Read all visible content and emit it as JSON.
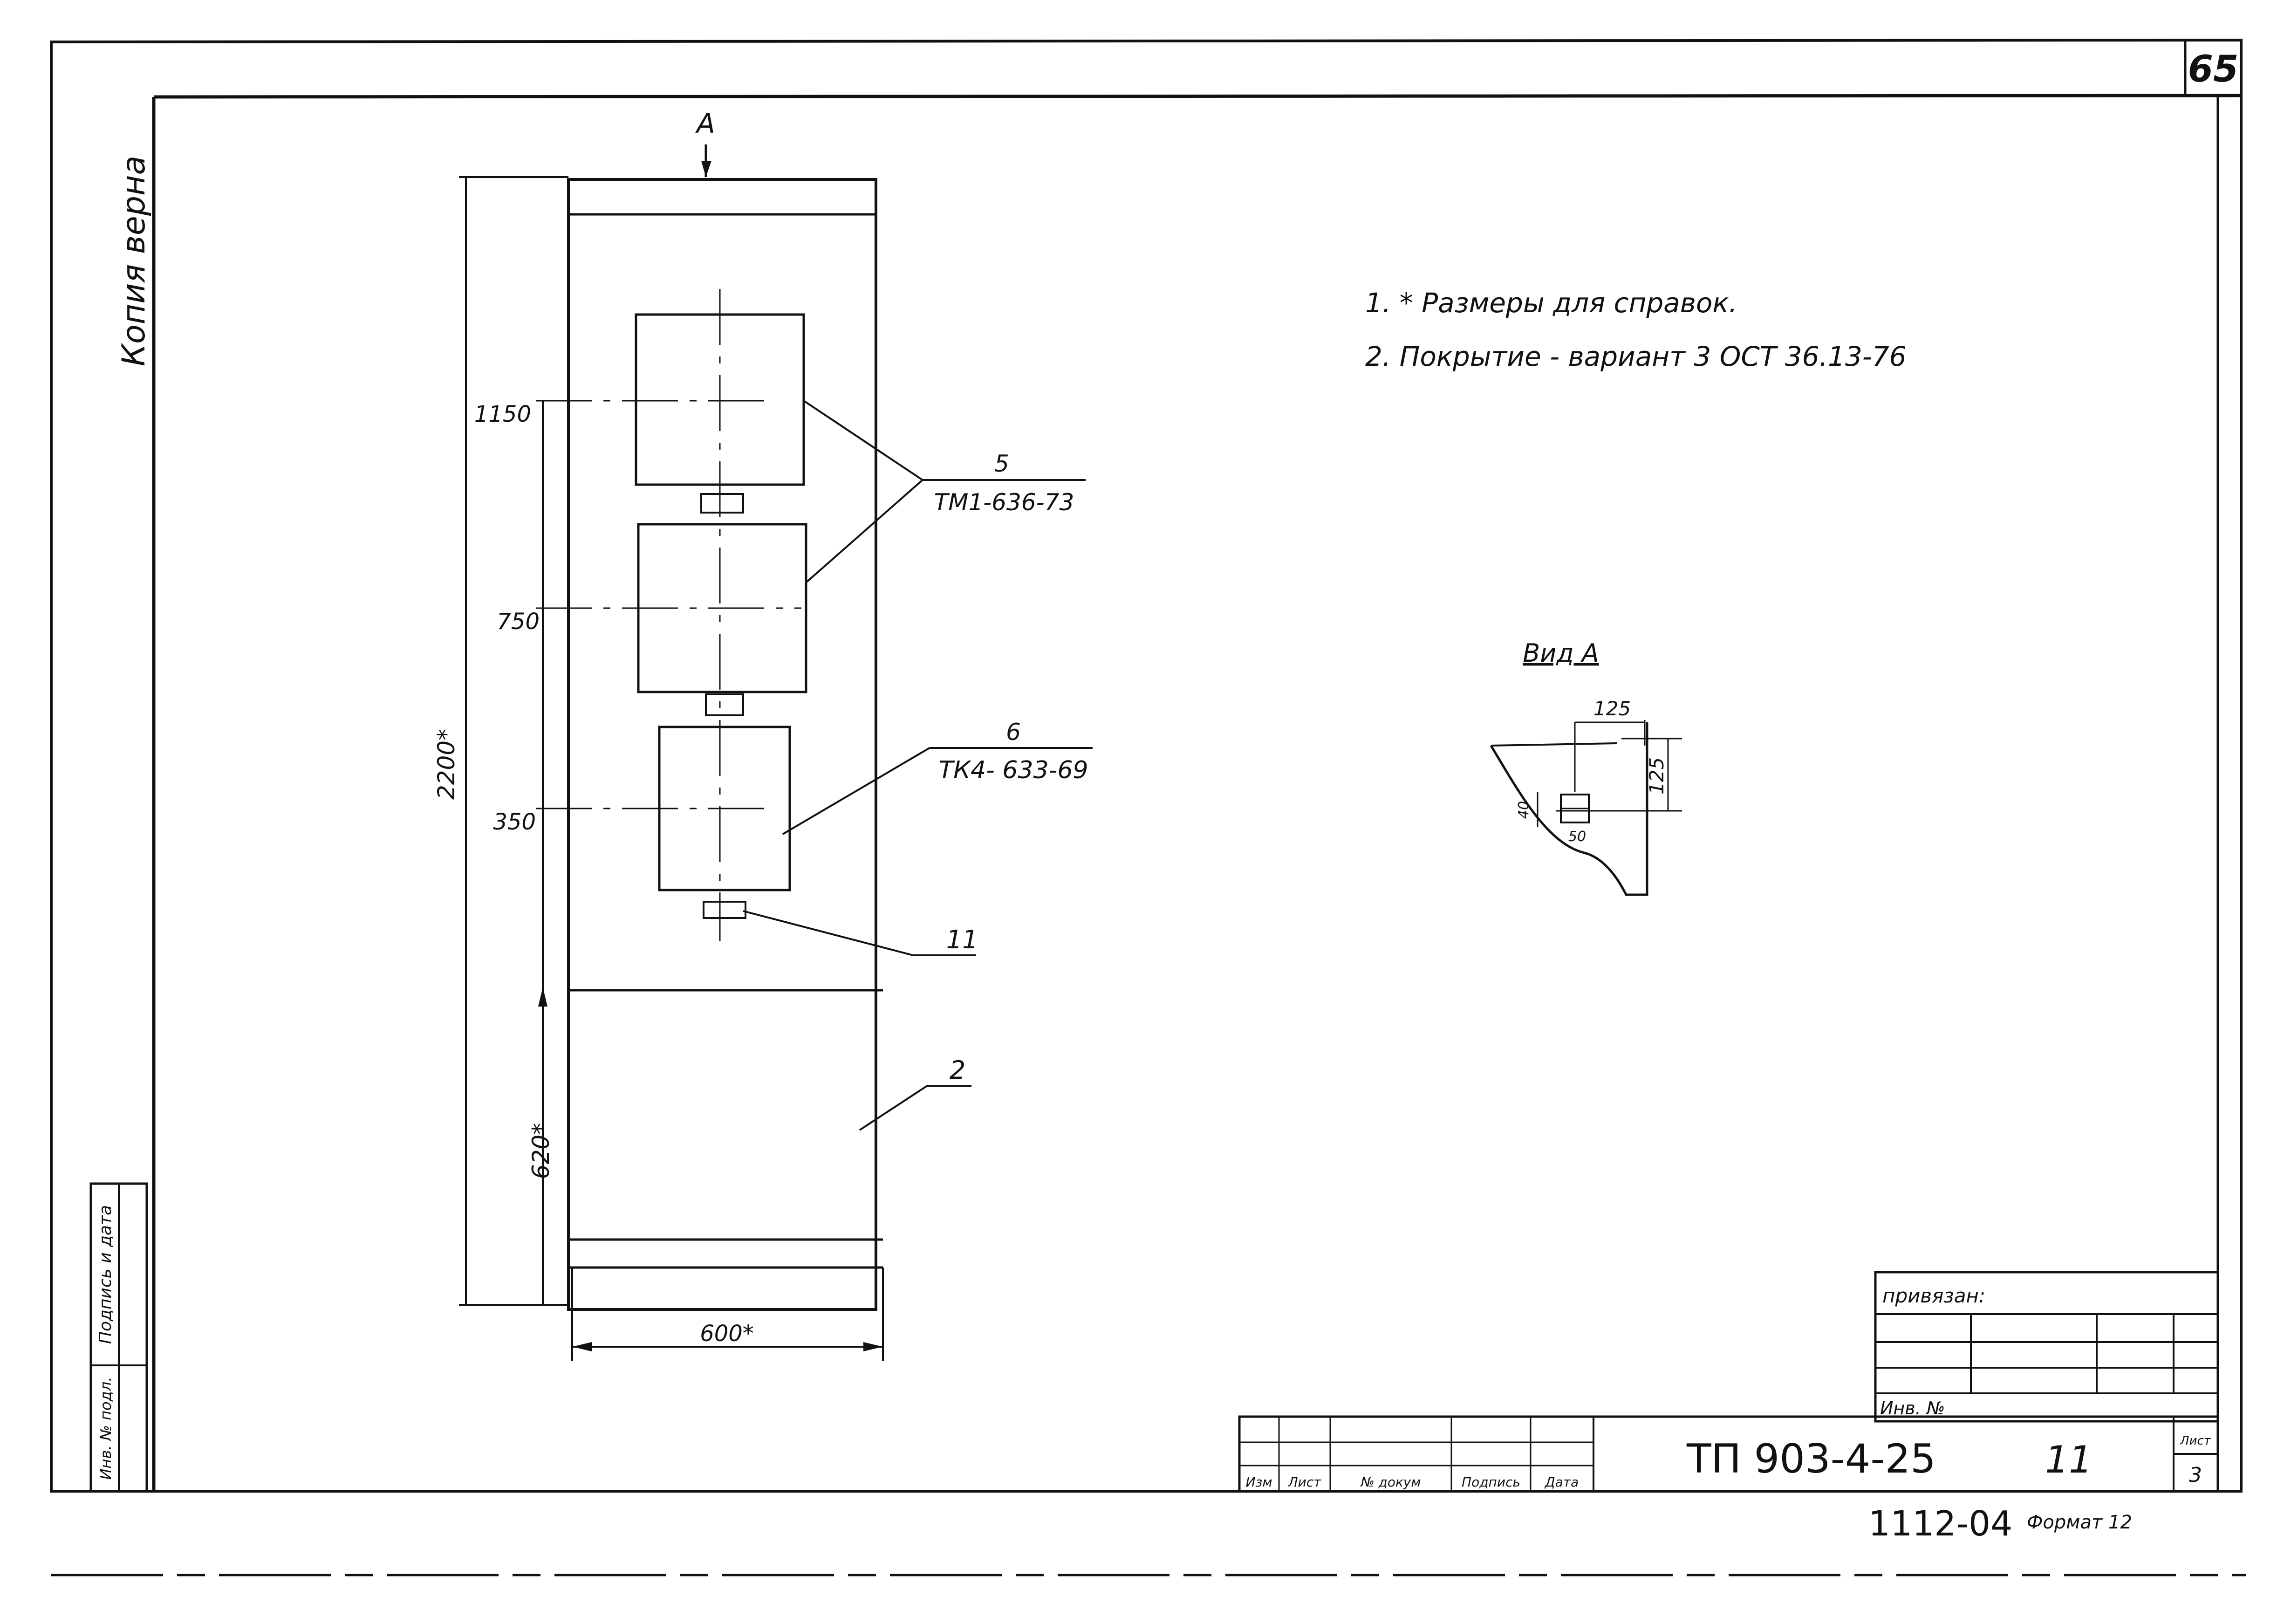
{
  "sheet": {
    "page_number": "65",
    "vertical_stamp": "Копия верна",
    "colors": {
      "ink": "#111111",
      "paper": "#ffffff"
    }
  },
  "notes": [
    "1. * Размеры для справок.",
    "2. Покрытие - вариант 3 ОСТ 36.13-76"
  ],
  "view_marker": {
    "letter": "А"
  },
  "cabinet": {
    "height_dim": "2200*",
    "width_dim": "600*",
    "bottom_dim": "620*",
    "level_labels": [
      "1150",
      "750",
      "350"
    ]
  },
  "callouts": {
    "c5": {
      "number": "5",
      "code": "ТМ1-636-73"
    },
    "c6": {
      "number": "6",
      "code": "ТК4- 633-69"
    },
    "c11": {
      "number": "11"
    },
    "c2": {
      "number": "2"
    }
  },
  "view_a": {
    "title": "Вид А",
    "dims": [
      "125",
      "125",
      "40",
      "50"
    ]
  },
  "title_block": {
    "attached_label": "привязан:",
    "inv_label": "Инв. №",
    "doc_code": "ТП 903-4-25",
    "sheet_mark": "11",
    "sheet_label": "Лист",
    "sheet_num": "3",
    "col_headers": [
      "Изм",
      "Лист",
      "№ докум",
      "Подпись",
      "Дата"
    ],
    "archive_number": "1112-04",
    "format_label": "Формат 12"
  },
  "side_stamp": {
    "cells": [
      "Подпись и дата",
      "Инв. № подл."
    ]
  }
}
